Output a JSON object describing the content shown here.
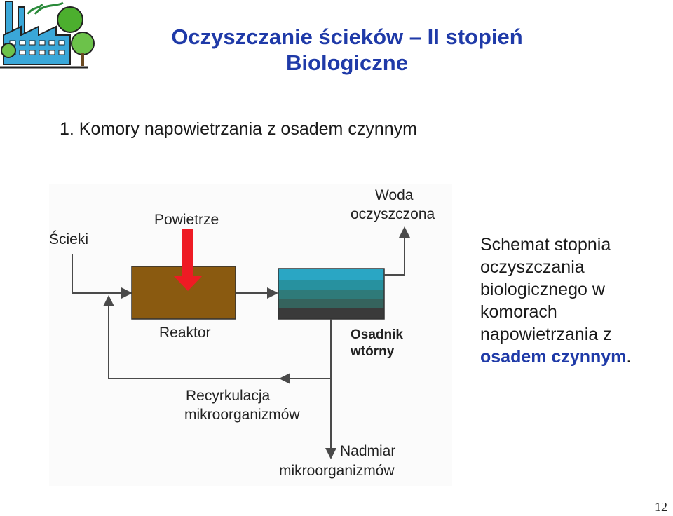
{
  "header": {
    "title_line1": "Oczyszczanie ścieków – II stopień",
    "title_line2": "Biologiczne",
    "colors": {
      "title": "#1f3aa8"
    },
    "logo_icon": "factory-trees-icon"
  },
  "subtitle": "1. Komory napowietrzania z osadem czynnym",
  "diagram": {
    "labels": {
      "scieki": "Ścieki",
      "powietrze": "Powietrze",
      "reaktor": "Reaktor",
      "woda_1": "Woda",
      "woda_2": "oczyszczona",
      "osadnik_1": "Osadnik",
      "osadnik_2": "wtórny",
      "recyrkulacja_1": "Recyrkulacja",
      "recyrkulacja_2": "mikroorganizmów",
      "nadmiar_1": "Nadmiar",
      "nadmiar_2": "mikroorganizmów"
    },
    "colors": {
      "reactor": "#8a5a10",
      "air_arrow": "#ee1b24",
      "settler_top": "#2aa6c4",
      "settler_bottom": "#3a3a3a",
      "lines": "#4a4a4a"
    }
  },
  "description": {
    "text": "Schemat stopnia oczyszczania biologicznego w komorach napowietrzania z",
    "emphasis": "osadem czynnym",
    "end": "."
  },
  "page_number": "12"
}
